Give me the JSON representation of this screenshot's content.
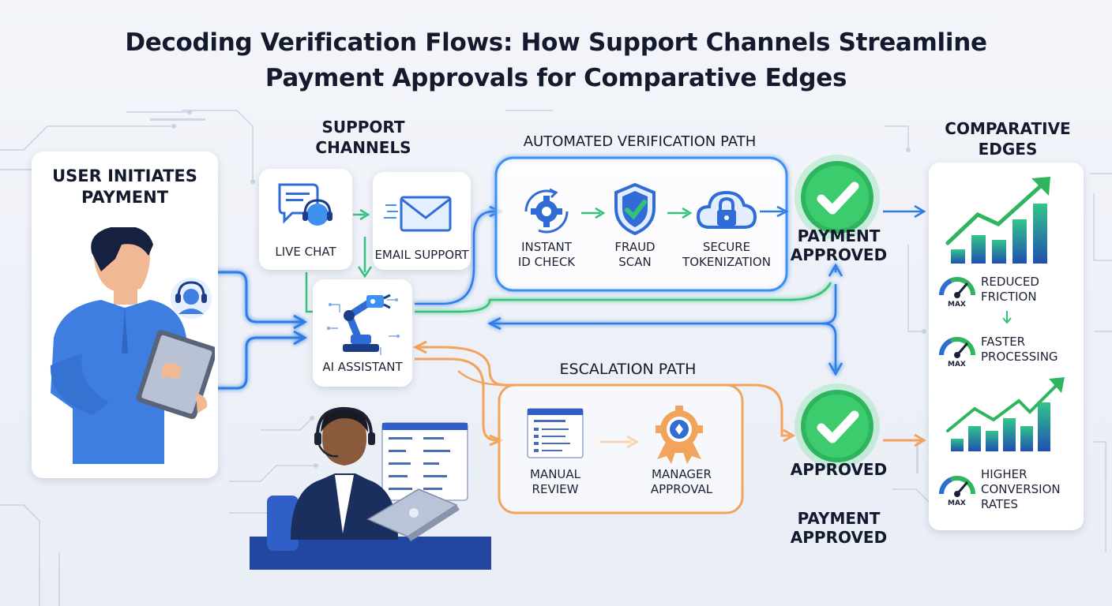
{
  "title": {
    "line1": "Decoding Verification Flows: How Support Channels Streamline",
    "line2": "Payment Approvals for Comparative Edges"
  },
  "user": {
    "heading_line1": "User Initiates",
    "heading_line2": "Payment"
  },
  "support": {
    "heading_line1": "Support",
    "heading_line2": "Channels",
    "live_chat": "Live Chat",
    "email": "Email Support",
    "ai": "AI Assistant"
  },
  "automated": {
    "heading": "Automated Verification Path",
    "steps": [
      {
        "line1": "Instant",
        "line2": "ID Check"
      },
      {
        "line1": "Fraud",
        "line2": "Scan"
      },
      {
        "line1": "Secure",
        "line2": "Tokenization"
      }
    ],
    "result_line1": "Payment",
    "result_line2": "Approved"
  },
  "escalation": {
    "heading": "Escalation Path",
    "steps": [
      {
        "line1": "Manual",
        "line2": "Review"
      },
      {
        "line1": "Manager",
        "line2": "Approval"
      }
    ],
    "result": "Approved",
    "result_below_line1": "Payment",
    "result_below_line2": "Approved"
  },
  "edges": {
    "heading_line1": "Comparative",
    "heading_line2": "Edges",
    "gauge_label": "MAX",
    "items": [
      {
        "line1": "Reduced",
        "line2": "Friction",
        "line3": ""
      },
      {
        "line1": "Faster",
        "line2": "Processing",
        "line3": ""
      },
      {
        "line1": "Higher",
        "line2": "Conversion",
        "line3": "Rates"
      }
    ]
  },
  "colors": {
    "blue_path": "#2f7be6",
    "green_path": "#34c27a",
    "orange_path": "#f2a35c",
    "approved_green": "#2fb55e",
    "navy_text": "#141a2e"
  },
  "icons": [
    "live-chat-icon",
    "email-icon",
    "robot-arm-icon",
    "gear-icon",
    "shield-check-icon",
    "cloud-lock-icon",
    "check-badge-icon",
    "document-icon",
    "award-ribbon-icon",
    "bar-chart-icon",
    "gauge-icon",
    "headset-icon"
  ]
}
